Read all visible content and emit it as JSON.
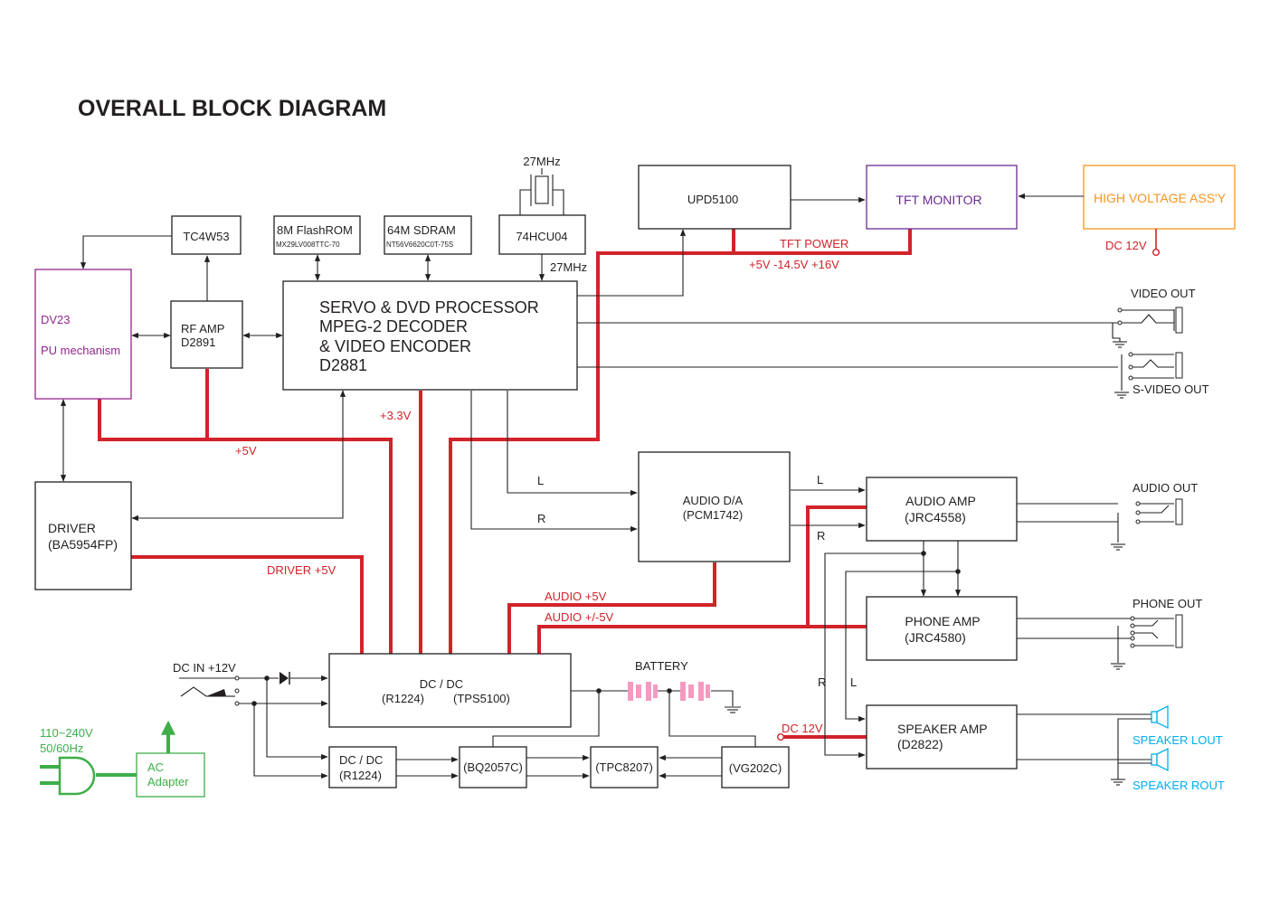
{
  "title": "OVERALL BLOCK DIAGRAM",
  "colors": {
    "power_line": "#d2232a",
    "ac_line": "#3fae49",
    "pu_block": "#92278f",
    "tft_block": "#6a2c91",
    "hv_block": "#f7941d",
    "speaker": "#00aeef",
    "line": "#231f20"
  },
  "blocks": {
    "tc4w53": "TC4W53",
    "flashrom_l1": "8M FlashROM",
    "flashrom_l2": "MX29LV008TTC-70",
    "sdram_l1": "64M SDRAM",
    "sdram_l2": "NT56V6620C0T-75S",
    "crystal": "27MHz",
    "hcu04": "74HCU04",
    "clock": "27MHz",
    "upd5100": "UPD5100",
    "tft": "TFT MONITOR",
    "hv": "HIGH VOLTAGE ASS'Y",
    "hv_dc": "DC 12V",
    "dv23_l1": "DV23",
    "dv23_l2": "PU mechanism",
    "rfamp_l1": "RF  AMP",
    "rfamp_l2": "D2891",
    "servo_l1": "SERVO  & DVD PROCESSOR",
    "servo_l2": "MPEG-2  DECODER",
    "servo_l3": "& VIDEO ENCODER",
    "servo_l4": "D2881",
    "driver_l1": "DRIVER",
    "driver_l2": "(BA5954FP)",
    "audioda_l1": "AUDIO D/A",
    "audioda_l2": "(PCM1742)",
    "audioamp_l1": "AUDIO AMP",
    "audioamp_l2": "(JRC4558)",
    "phoneamp_l1": "PHONE AMP",
    "phoneamp_l2": "(JRC4580)",
    "spkamp_l1": "SPEAKER AMP",
    "spkamp_l2": "(D2822)",
    "dcdc_l1": "DC / DC",
    "dcdc_l2": "(R1224)",
    "dcdc_l3": "(TPS5100)",
    "dcdc2_l1": "DC / DC",
    "dcdc2_l2": "(R1224)",
    "bq": "(BQ2057C)",
    "tpc": "(TPC8207)",
    "vg": "(VG202C)",
    "ac_l1": "AC",
    "ac_l2": "Adapter"
  },
  "labels": {
    "tft_power": "TFT POWER",
    "tft_volts": "+5V  -14.5V  +16V",
    "v33": "+3.3V",
    "v5": "+5V",
    "driver_5v": "DRIVER +5V",
    "audio_5v": "AUDIO +5V",
    "audio_pm5v": "AUDIO +/-5V",
    "dc_in": "DC IN +12V",
    "battery": "BATTERY",
    "dc12v": "DC 12V",
    "mains_l1": "110~240V",
    "mains_l2": "50/60Hz",
    "L": "L",
    "R": "R"
  },
  "outputs": {
    "video": "VIDEO OUT",
    "svideo": "S-VIDEO OUT",
    "audio": "AUDIO OUT",
    "phone": "PHONE OUT",
    "spk_l": "SPEAKER LOUT",
    "spk_r": "SPEAKER ROUT"
  }
}
